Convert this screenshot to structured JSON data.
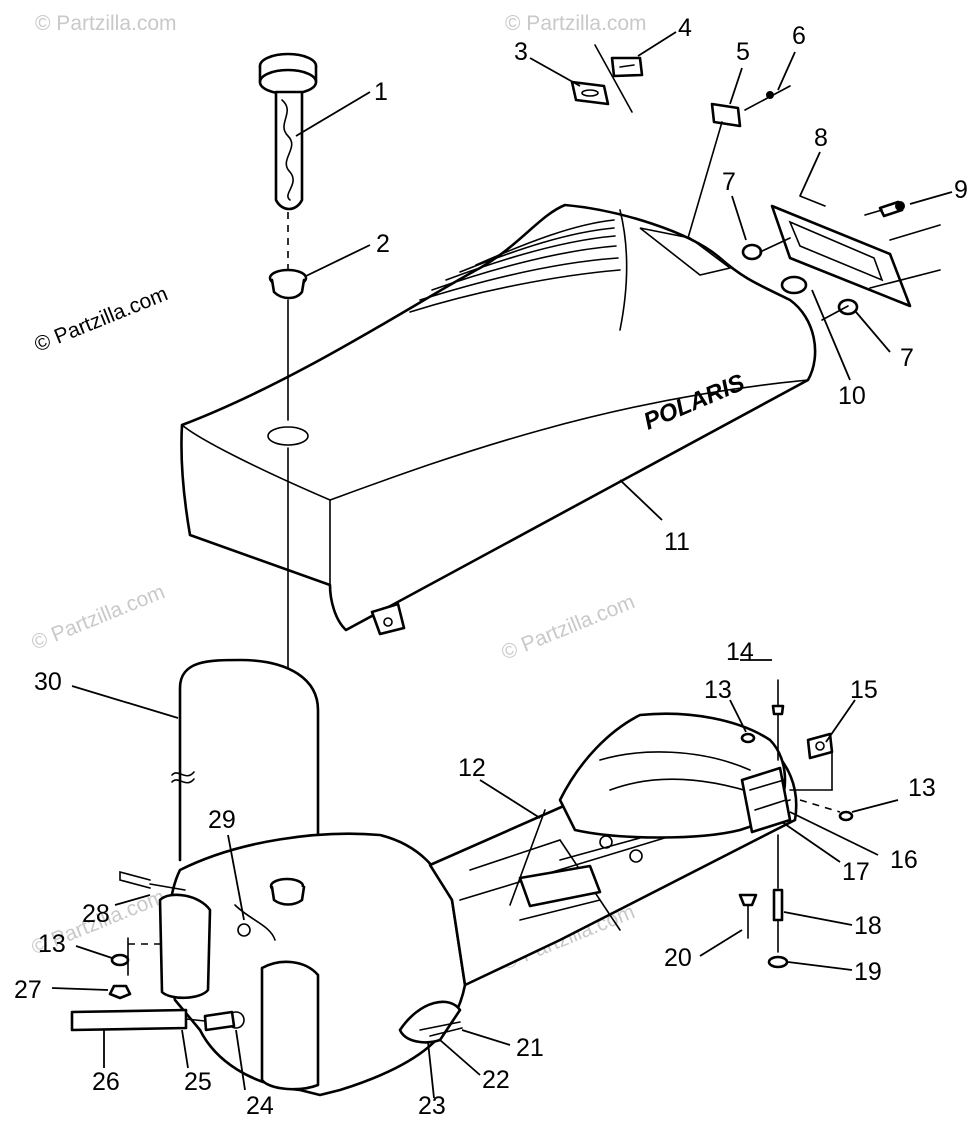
{
  "watermark": {
    "main": "© Partzilla.com",
    "faint": "© Partzilla.com"
  },
  "brand_text": "POLARIS",
  "callouts": {
    "c1": "1",
    "c2": "2",
    "c3": "3",
    "c4": "4",
    "c5": "5",
    "c6": "6",
    "c7a": "7",
    "c7b": "7",
    "c8": "8",
    "c9": "9",
    "c10": "10",
    "c11": "11",
    "c12": "12",
    "c13a": "13",
    "c13b": "13",
    "c13c": "13",
    "c14": "14",
    "c15": "15",
    "c16": "16",
    "c17": "17",
    "c18": "18",
    "c19": "19",
    "c20": "20",
    "c21": "21",
    "c22": "22",
    "c23": "23",
    "c24": "24",
    "c25": "25",
    "c26": "26",
    "c27": "27",
    "c28": "28",
    "c29": "29",
    "c30": "30"
  }
}
